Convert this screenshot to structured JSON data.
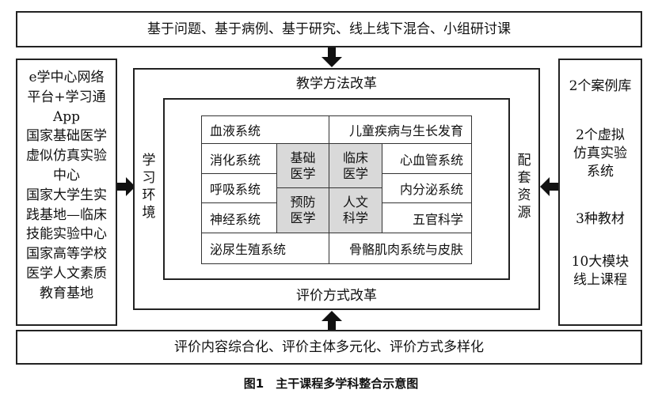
{
  "top_banner": "基于问题、基于病例、基于研究、线上线下混合、小组研讨课",
  "bottom_banner": "评价内容综合化、评价主体多元化、评价方式多样化",
  "left_panel": {
    "lines": [
      "e学中心网络",
      "平台+学习通",
      "App",
      "国家基础医学",
      "虚似仿真实验",
      "中心",
      "国家大学生实",
      "践基地—临床",
      "技能实验中心",
      "国家高等学校",
      "医学人文素质",
      "教育基地"
    ]
  },
  "right_panel": {
    "items": [
      "2个案例库",
      "2个虚拟\n仿真实验\n系统",
      "3种教材",
      "10大模块\n线上课程"
    ]
  },
  "outer_center": {
    "top_label": "教学方法改革",
    "bottom_label": "评价方式改革",
    "left_label": [
      "学",
      "习",
      "环",
      "境"
    ],
    "right_label": [
      "配",
      "套",
      "资",
      "源"
    ]
  },
  "grid": {
    "row1_left": "血液系统",
    "row1_right": "儿童疾病与生长发育",
    "left_col": [
      "消化系统",
      "呼吸系统",
      "神经系统"
    ],
    "right_col": [
      "心血管系统",
      "内分泌系统",
      "五官科学"
    ],
    "center": [
      "基础\n医学",
      "临床\n医学",
      "预防\n医学",
      "人文\n科学"
    ],
    "row5_left": "泌尿生殖系统",
    "row5_right": "骨骼肌肉系统与皮肤"
  },
  "caption": "图1　主干课程多学科整合示意图"
}
